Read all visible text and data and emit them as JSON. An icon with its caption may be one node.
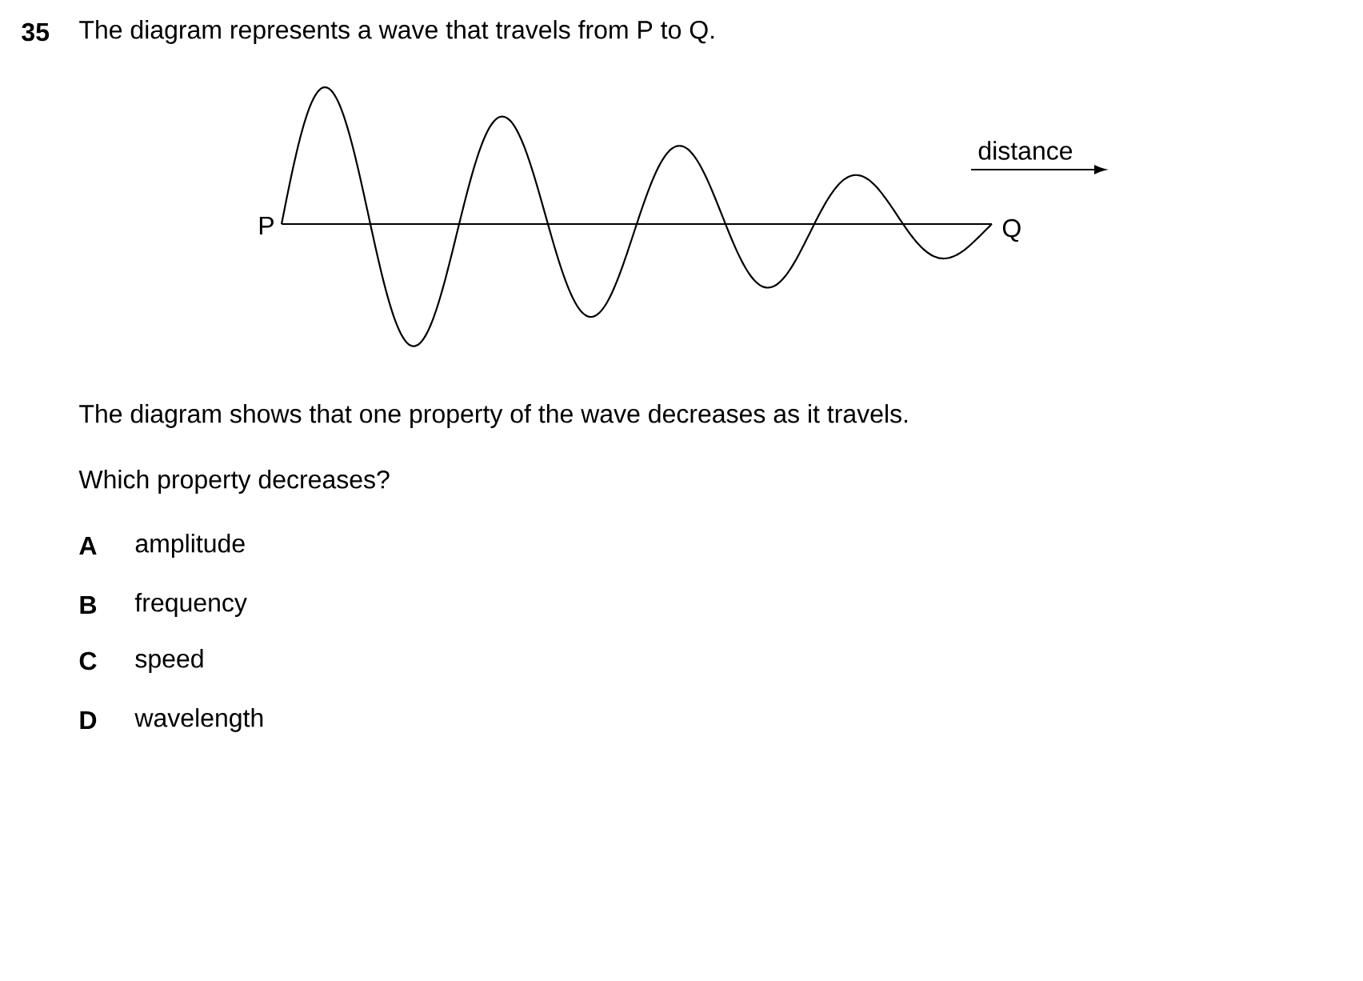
{
  "diagram": {
    "labels": [
      "35",
      "The diagram represents a wave that travels from P to Q.",
      "P",
      "Q",
      "distance",
      "The diagram shows that one property of the wave decreases as it travels.",
      "Which property decreases?",
      "A",
      "amplitude",
      "B",
      "frequency",
      "C",
      "speed",
      "D",
      "wavelength"
    ]
  }
}
